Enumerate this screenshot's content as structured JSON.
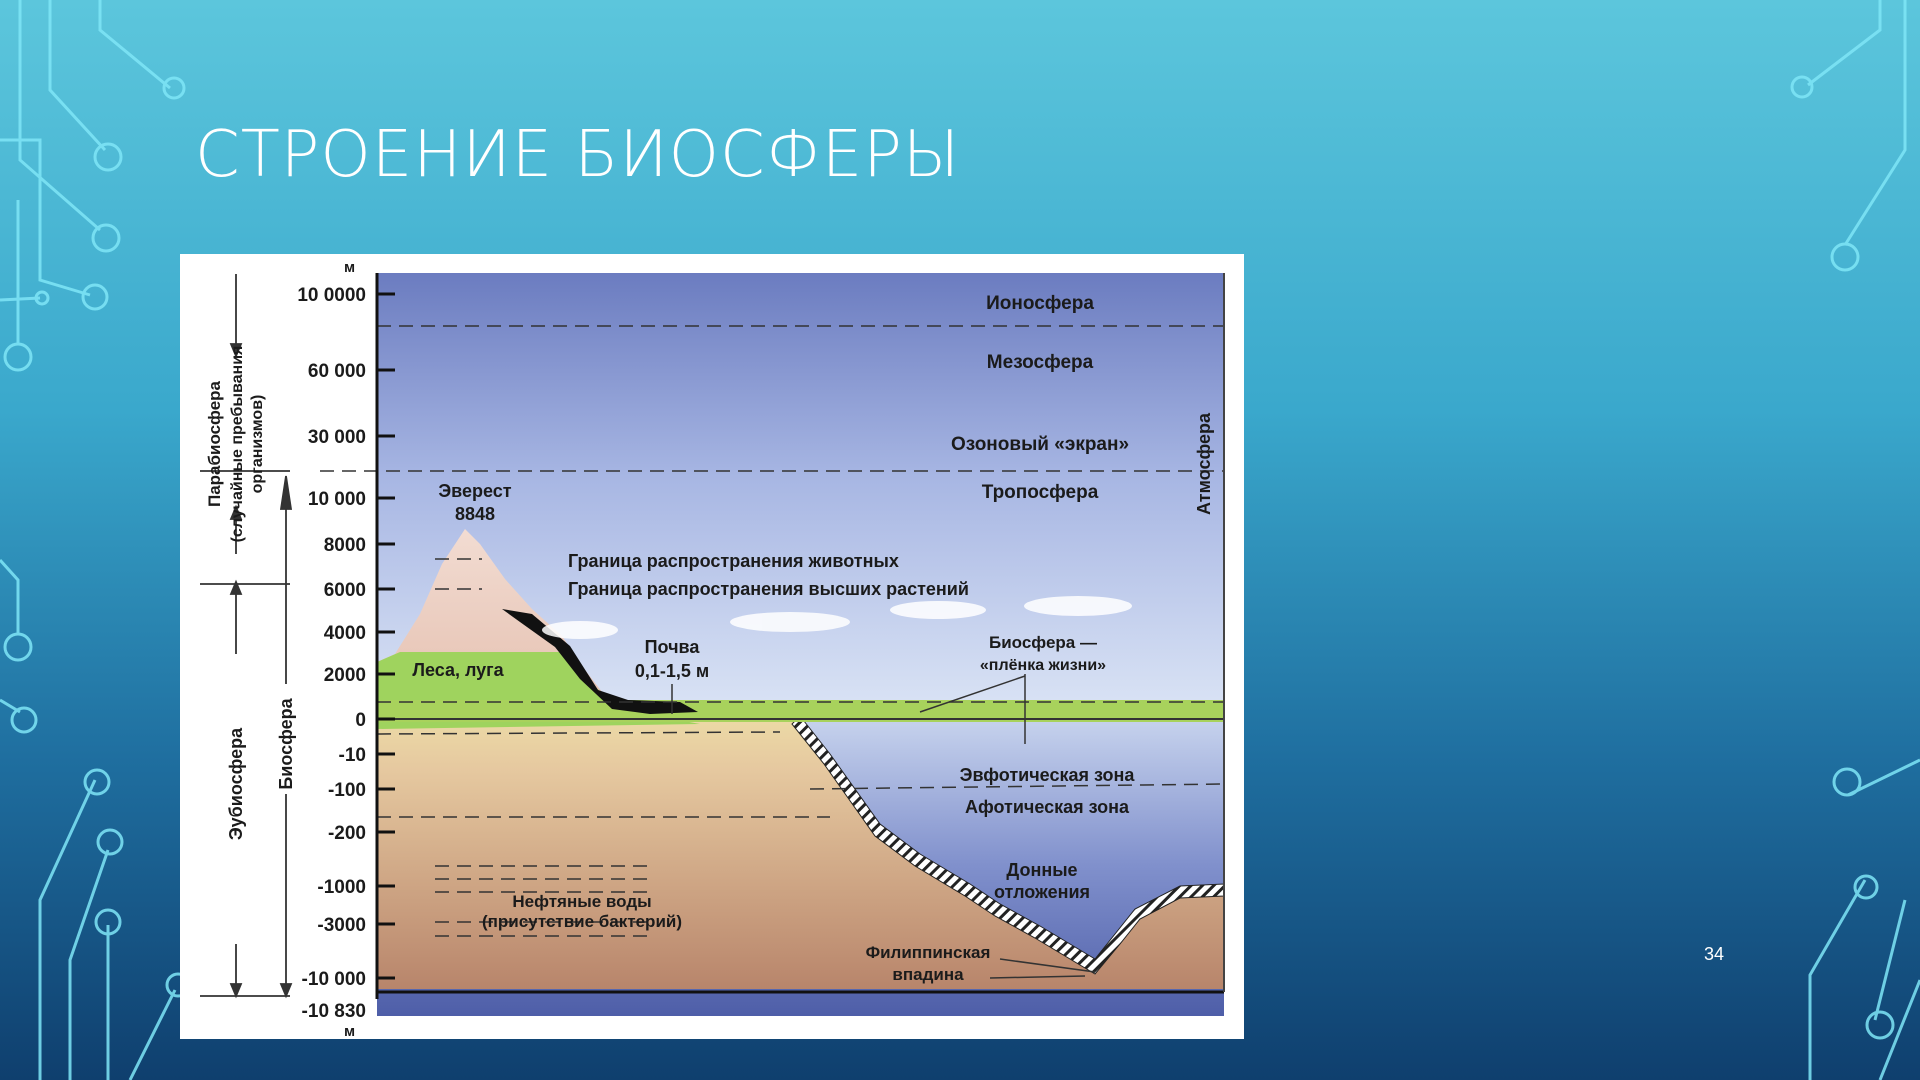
{
  "slide": {
    "title": "СТРОЕНИЕ БИОСФЕРЫ",
    "number": "34"
  },
  "diagram": {
    "unit": "м",
    "scale": [
      {
        "label": "10 0000"
      },
      {
        "label": "60 000"
      },
      {
        "label": "30 000"
      },
      {
        "label": "10 000"
      },
      {
        "label": "8000"
      },
      {
        "label": "6000"
      },
      {
        "label": "4000"
      },
      {
        "label": "2000"
      },
      {
        "label": "0"
      },
      {
        "label": "-10"
      },
      {
        "label": "-100"
      },
      {
        "label": "-200"
      },
      {
        "label": "-1000"
      },
      {
        "label": "-3000"
      },
      {
        "label": "-10 000"
      },
      {
        "label": "-10 830"
      }
    ],
    "side_labels": {
      "parabiosphere": "Парабиосфера",
      "parabiosphere_note1": "(случайные пребывания",
      "parabiosphere_note2": "организмов)",
      "eubiosphere": "Эубиосфера",
      "biosphere": "Биосфера",
      "atmosphere": "Атмосфера"
    },
    "layers": {
      "ionosphere": "Ионосфера",
      "mesosphere": "Мезосфера",
      "ozone": "Озоновый «экран»",
      "troposphere": "Тропосфера",
      "euphotic": "Эвфотическая зона",
      "aphotic": "Афотическая зона"
    },
    "features": {
      "everest": "Эверест",
      "everest_height": "8848",
      "animals_limit": "Граница распространения животных",
      "plants_limit": "Граница распространения высших растений",
      "forests": "Леса, луга",
      "soil": "Почва",
      "soil_depth": "0,1-1,5 м",
      "biosphere_film1": "Биосфера —",
      "biosphere_film2": "«плёнка жизни»",
      "oil_waters1": "Нефтяные воды",
      "oil_waters2": "(присутствие бактерий)",
      "sediments1": "Донные",
      "sediments2": "отложения",
      "trench1": "Филиппинская",
      "trench2": "впадина"
    }
  }
}
